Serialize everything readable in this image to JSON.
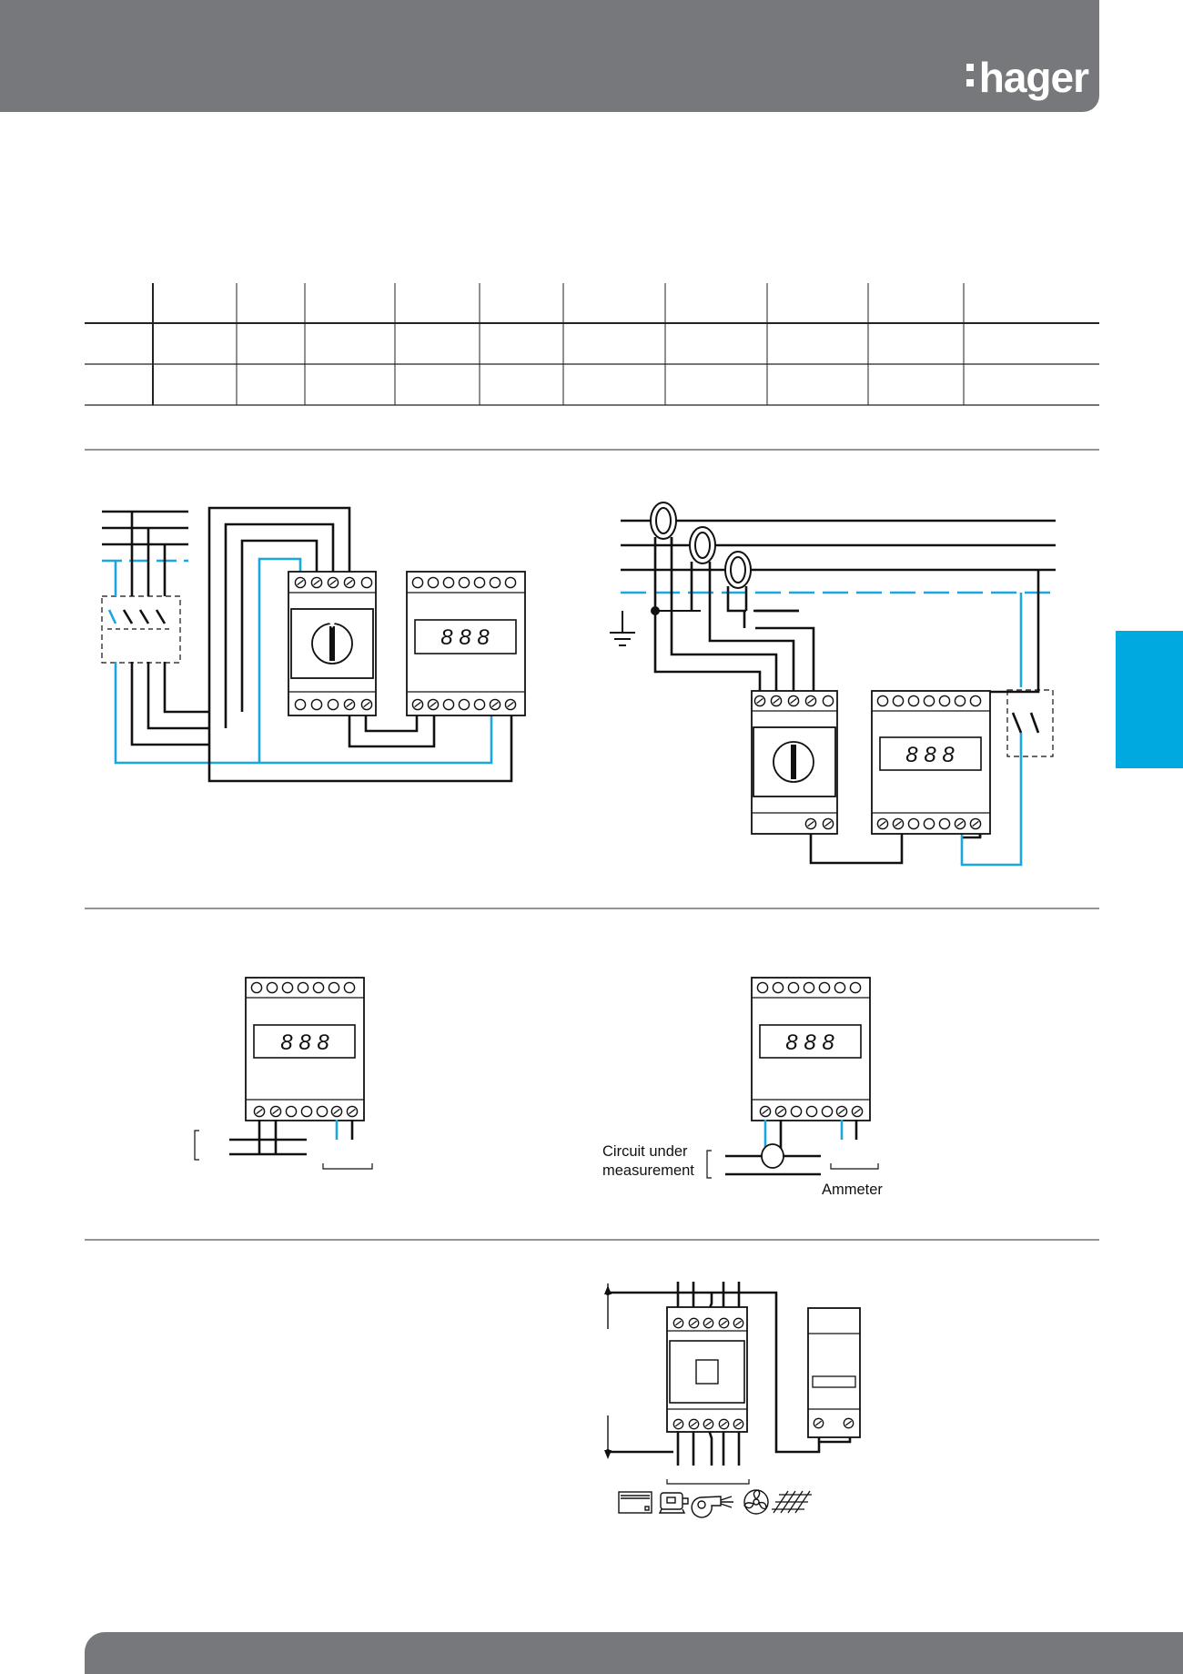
{
  "header": {
    "brand_logo": "hager",
    "brand_color": "#77787b"
  },
  "side_tab": {
    "color": "#00a9e0"
  },
  "wiring": {
    "accent_wire_color": "#1aa6de",
    "display_digits": "8 8 8"
  },
  "ammeter_diagram": {
    "circuit_label_line1": "Circuit under",
    "circuit_label_line2": "measurement",
    "ammeter_label": "Ammeter"
  },
  "load_icons": [
    "heater-icon",
    "motor-icon",
    "blower-icon",
    "fan-icon",
    "heating-mat-icon"
  ]
}
